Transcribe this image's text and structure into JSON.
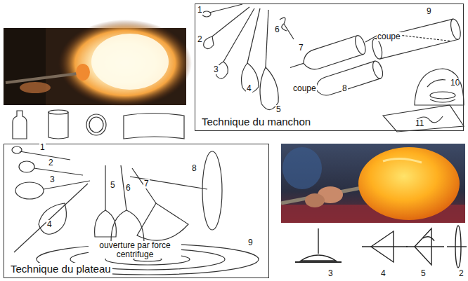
{
  "diagram": {
    "nodes": [
      {
        "text": [
          "Technique du manchon"
        ]
      },
      {
        "text": [
          "Technique du plateau"
        ]
      }
    ],
    "labels": [
      "1",
      "2",
      "3",
      "4",
      "5",
      "6",
      "7",
      "8",
      "9",
      "10",
      "11",
      "coupe",
      "coupe",
      "1",
      "2",
      "3",
      "4",
      "5",
      "6",
      "7",
      "8",
      "9",
      "ouverture par force centrifuge",
      "3",
      "4",
      "5",
      "2"
    ]
  }
}
